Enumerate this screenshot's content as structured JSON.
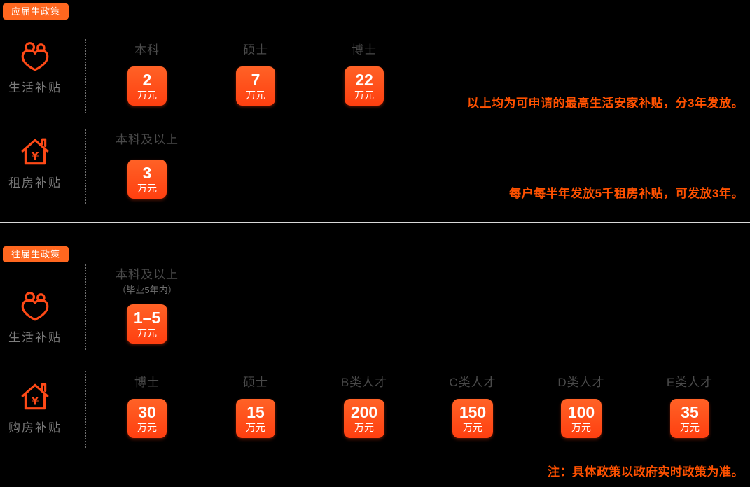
{
  "colors": {
    "accent": "#ff4a17",
    "badge_bg": "#ff671f",
    "note_text": "#ff5100",
    "box_text": "#ffffff",
    "header_text": "#4a4a4a",
    "label_text": "#7d7d7d"
  },
  "sections": [
    {
      "badge": "应届生政策",
      "rows": [
        {
          "icon": "care-heart",
          "label": "生活补贴",
          "groups": [
            {
              "header": "本科",
              "value": "2",
              "unit": "万元"
            },
            {
              "header": "硕士",
              "value": "7",
              "unit": "万元"
            },
            {
              "header": "博士",
              "value": "22",
              "unit": "万元"
            }
          ],
          "note": "以上均为可申请的最高生活安家补贴，分3年发放。"
        },
        {
          "icon": "house-yuan",
          "label": "租房补贴",
          "groups": [
            {
              "header": "本科及以上",
              "value": "3",
              "unit": "万元"
            }
          ],
          "note": "每户每半年发放5千租房补贴，可发放3年。"
        }
      ]
    },
    {
      "badge": "往届生政策",
      "rows": [
        {
          "icon": "care-heart",
          "label": "生活补贴",
          "groups": [
            {
              "header": "本科及以上",
              "sub": "（毕业5年内）",
              "value": "1–5",
              "unit": "万元"
            }
          ],
          "note": ""
        },
        {
          "icon": "house-yuan",
          "label": "购房补贴",
          "groups": [
            {
              "header": "博士",
              "value": "30",
              "unit": "万元"
            },
            {
              "header": "硕士",
              "value": "15",
              "unit": "万元"
            },
            {
              "header": "B类人才",
              "value": "200",
              "unit": "万元"
            },
            {
              "header": "C类人才",
              "value": "150",
              "unit": "万元"
            },
            {
              "header": "D类人才",
              "value": "100",
              "unit": "万元"
            },
            {
              "header": "E类人才",
              "value": "35",
              "unit": "万元"
            }
          ],
          "note": ""
        }
      ]
    }
  ],
  "footer_note": "注：具体政策以政府实时政策为准。"
}
